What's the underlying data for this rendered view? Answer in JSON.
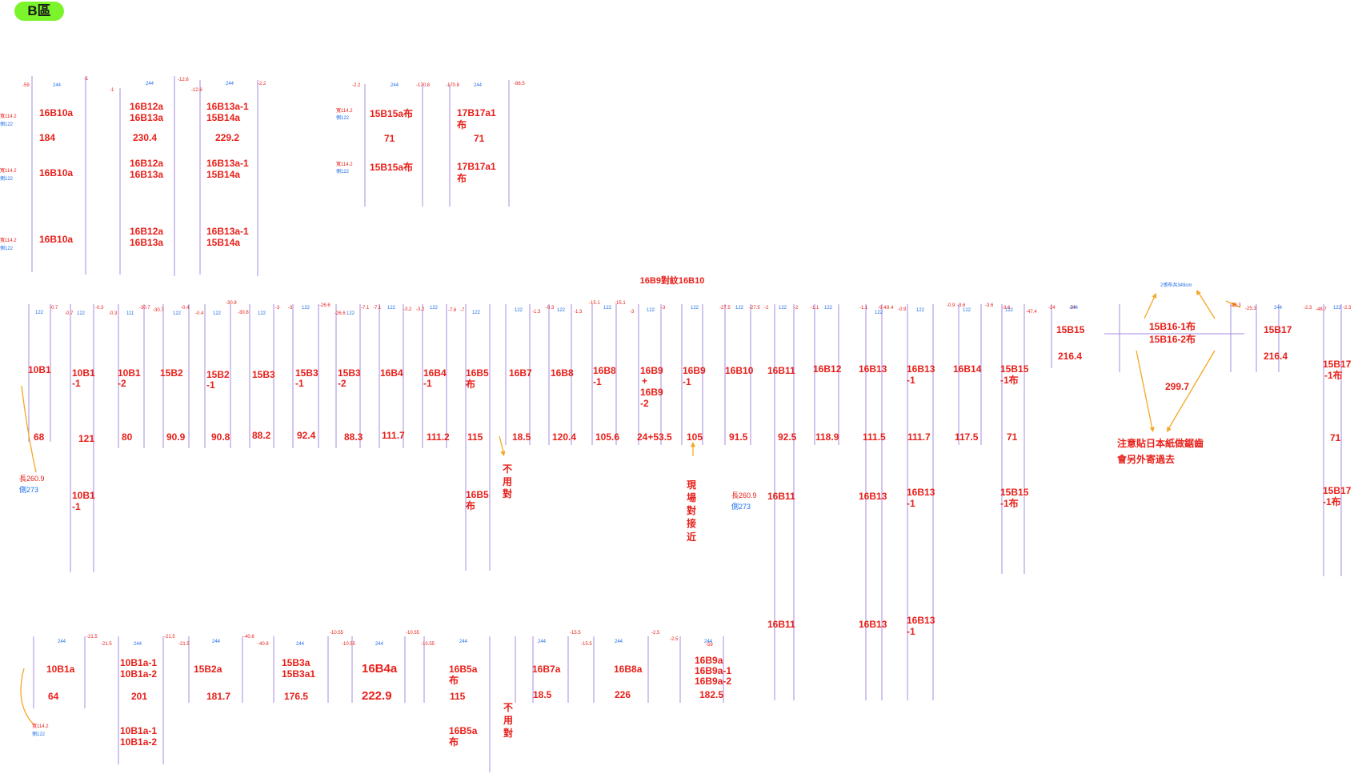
{
  "section_badge": "B區",
  "colors": {
    "line": "#a88be0",
    "red": "#e8201a",
    "blue": "#1e6ee8",
    "orange": "#f5a623",
    "badge": "#7cf42b"
  },
  "title": "16B9對紋16B10",
  "big": [
    "16B10a",
    "184",
    "16B10a",
    "16B10a",
    "16B12a",
    "16B13a",
    "230.4",
    "16B12a",
    "16B13a",
    "16B12a",
    "16B13a",
    "16B13a-1",
    "15B14a",
    "229.2",
    "16B13a-1",
    "15B14a",
    "16B13a-1",
    "15B14a",
    "15B15a布",
    "71",
    "15B15a布",
    "17B17a1",
    "布",
    "71",
    "17B17a1",
    "布",
    "10B1",
    "68",
    "10B1",
    "-1",
    "121",
    "10B1",
    "-1",
    "10B1",
    "-2",
    "80",
    "15B2",
    "90.9",
    "15B2",
    "-1",
    "90.8",
    "15B3",
    "88.2",
    "15B3",
    "-1",
    "92.4",
    "15B3",
    "-2",
    "88.3",
    "16B4",
    "111.7",
    "16B4",
    "-1",
    "111.2",
    "16B5",
    "布",
    "115",
    "16B5",
    "布",
    "不",
    "用",
    "對",
    "16B7",
    "18.5",
    "16B8",
    "120.4",
    "16B8",
    "-1",
    "105.6",
    "16B9",
    "+",
    "16B9",
    "-2",
    "24+53.5",
    "16B9",
    "-1",
    "105",
    "現",
    "場",
    "對",
    "接",
    "近",
    "16B10",
    "91.5",
    "16B11",
    "92.5",
    "16B11",
    "16B11",
    "16B12",
    "118.9",
    "16B13",
    "111.5",
    "16B13",
    "16B13",
    "16B13",
    "-1",
    "111.7",
    "16B13",
    "-1",
    "16B13",
    "-1",
    "16B14",
    "117.5",
    "15B15",
    "-1布",
    "71",
    "15B15",
    "-1布",
    "15B15",
    "216.4",
    "15B16-1布",
    "15B16-2布",
    "299.7",
    "15B17",
    "216.4",
    "15B17",
    "-1布",
    "71",
    "15B17",
    "-1布",
    "注意貼日本紙做鋸齒",
    "會另外寄過去",
    "10B1a",
    "64",
    "10B1a-1",
    "10B1a-2",
    "201",
    "10B1a-1",
    "10B1a-2",
    "15B2a",
    "181.7",
    "15B3a",
    "15B3a1",
    "176.5",
    "16B4a",
    "222.9",
    "16B5a",
    "布",
    "115",
    "16B5a",
    "布",
    "不",
    "用",
    "對",
    "16B7a",
    "18.5",
    "16B8a",
    "226",
    "16B9a",
    "16B9a-1",
    "16B9a-2",
    "182.5"
  ],
  "small_red": [
    "寬114.2",
    "寬114.2",
    "寬114.2",
    "寬114.2",
    "寬114.2",
    "長260.9",
    "長260.9",
    "寬114.2",
    "-59",
    "-1",
    "-1",
    "-12.6",
    "-12.6",
    "-2.2",
    "-2.2",
    "-170.8",
    "-170.8",
    "-86.5",
    "-0.7",
    "-0.7",
    "-0.3",
    "-0.3",
    "-30.7",
    "-30.7",
    "-0.4",
    "-0.4",
    "-30.8",
    "-30.8",
    "-3",
    "-3",
    "-26.6",
    "-26.6",
    "-7.1",
    "-7.1",
    "-3.2",
    "-3.2",
    "-7.6",
    "-7",
    "-0.3",
    "-1.3",
    "-1.3",
    "-15.1",
    "-15.1",
    "-3",
    "-3",
    "-27.5",
    "-27.5",
    "-2",
    "-2",
    "-1.1",
    "-1.1",
    "-9.4",
    "-9.4",
    "-0.9",
    "-0.9",
    "-3.6",
    "-3.6",
    "-47.4",
    "-3.6",
    "-24",
    "-24",
    "-25.3",
    "-25.3",
    "-2.3",
    "-46.7",
    "-2.3",
    "-21.5",
    "-21.5",
    "-21.5",
    "-21.5",
    "-40.8",
    "-40.6",
    "-10.55",
    "-10.55",
    "-10.55",
    "-10.55",
    "-15.5",
    "-15.5",
    "-2.5",
    "-2.5",
    "-59"
  ],
  "small_blue": [
    "244",
    "244",
    "244",
    "244",
    "244",
    "側122",
    "側122",
    "側122",
    "側122",
    "側122",
    "側273",
    "側273",
    "側122",
    "122",
    "122",
    "111",
    "122",
    "122",
    "122",
    "122",
    "122",
    "122",
    "122",
    "122",
    "122",
    "122",
    "122",
    "122",
    "122",
    "122",
    "122",
    "122",
    "122",
    "122",
    "122",
    "122",
    "244",
    "244",
    "122",
    "244",
    "244",
    "244",
    "244",
    "244",
    "244",
    "244",
    "244",
    "244",
    "2張布共349cm"
  ]
}
